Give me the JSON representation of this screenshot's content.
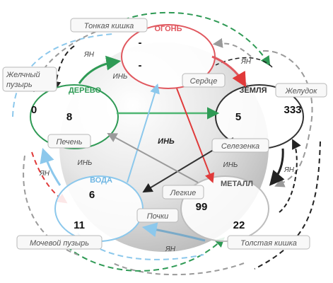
{
  "elements": {
    "fire": {
      "label": "ОГОНЬ",
      "color": "#e0585f"
    },
    "earth": {
      "label": "ЗЕМЛЯ",
      "color": "#333333"
    },
    "metal": {
      "label": "МЕТАЛЛ",
      "color": "#555555"
    },
    "water": {
      "label": "ВОДА",
      "color": "#6fb6e3"
    },
    "wood": {
      "label": "ДЕРЕВО",
      "color": "#2f9a55"
    }
  },
  "organs": {
    "small_intestine": "Тонкая кишка",
    "heart": "Сердце",
    "stomach": "Желудок",
    "spleen": "Селезенка",
    "lungs": "Легкие",
    "large_intestine": "Толстая кишка",
    "kidneys": "Почки",
    "bladder": "Мочевой пузырь",
    "liver": "Печень",
    "gallbladder": "Желчный пузырь"
  },
  "values": {
    "fire_top": "-",
    "fire_bottom": "-",
    "earth_inner": "5",
    "earth_outer": "333",
    "metal_inner": "99",
    "metal_outer": "22",
    "water_inner": "6",
    "water_outer": "11",
    "wood_inner": "8",
    "wood_outer": "0"
  },
  "yin": "ИНЬ",
  "yang": "ЯН",
  "colors": {
    "green": "#2f9a55",
    "red": "#e03a3a",
    "blue": "#8cc8ec",
    "dark": "#222222",
    "gray": "#9a9a9a"
  }
}
